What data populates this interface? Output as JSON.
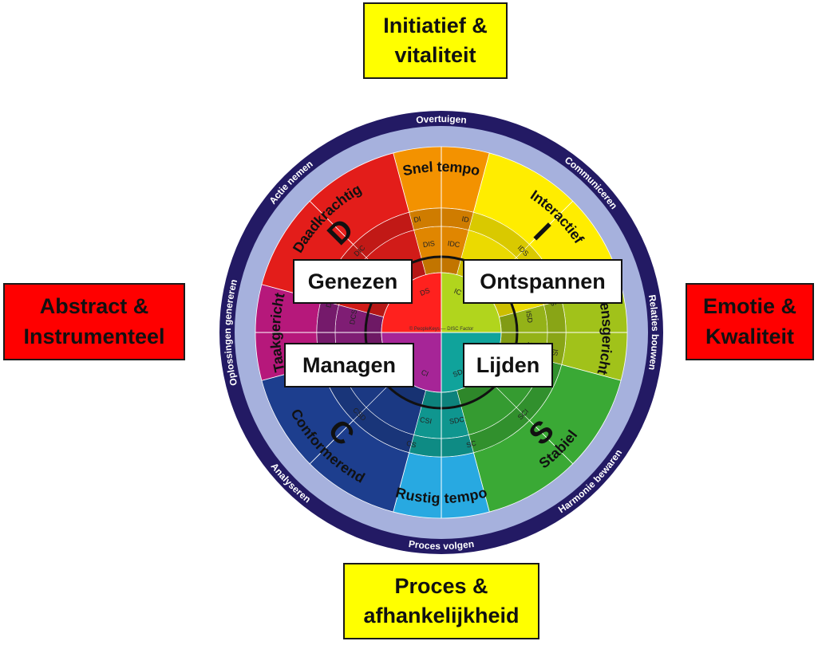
{
  "quadrant_boxes": {
    "top": [
      "Initiatief &",
      "vitaliteit"
    ],
    "bottom": [
      "Proces &",
      "afhankelijkheid"
    ],
    "left": [
      "Abstract &",
      "Instrumenteel"
    ],
    "right": [
      "Emotie &",
      "Kwaliteit"
    ]
  },
  "overlay_labels": {
    "top_left": "Genezen",
    "top_right": "Ontspannen",
    "bottom_left": "Managen",
    "bottom_right": "Lijden"
  },
  "wheel": {
    "outer_ring": {
      "top": "Overtuigen",
      "upper_right": "Communiceren",
      "right": "Relaties bouwen",
      "lower_right": "Harmonie bewaren",
      "bottom": "Proces volgen",
      "lower_left": "Analyseren",
      "left": "Oplossingen genereren",
      "upper_left": "Actie nemen"
    },
    "main_segments": {
      "top": "Snel tempo",
      "d_style": "Daadkrachtig",
      "d_letter": "D",
      "i_style": "Interactief",
      "i_letter": "I",
      "right": "Mensgericht",
      "s_style": "Stabiel",
      "s_letter": "S",
      "bottom": "Rustig tempo",
      "c_style": "Conformerend",
      "c_letter": "C",
      "left": "Taakgericht"
    },
    "middle_ring": [
      "DI",
      "ID",
      "IDS",
      "IS",
      "SI",
      "SCI",
      "SC",
      "CS",
      "CSD",
      "DC",
      "DIC"
    ],
    "inner_ring": [
      "DIS",
      "IDC",
      "ISC",
      "ISD",
      "SIC",
      "SCD",
      "SDC",
      "CSI",
      "CIS",
      "DCS",
      "DCI"
    ],
    "core": [
      "DS",
      "IC",
      "SD",
      "CI"
    ],
    "core_caption": "© PeopleKeys — DISC Factor",
    "colors": {
      "navy": "#231a64",
      "lavender": "#a6b1dd",
      "red": "#e31d1a",
      "orange": "#f39200",
      "yellow": "#ffed00",
      "yellow_green": "#a1c21a",
      "green": "#3aa935",
      "teal": "#10a39b",
      "sky": "#28a9e1",
      "dark_blue": "#1d3e8e",
      "purple": "#8a1f7e",
      "magenta": "#b6187b"
    }
  }
}
